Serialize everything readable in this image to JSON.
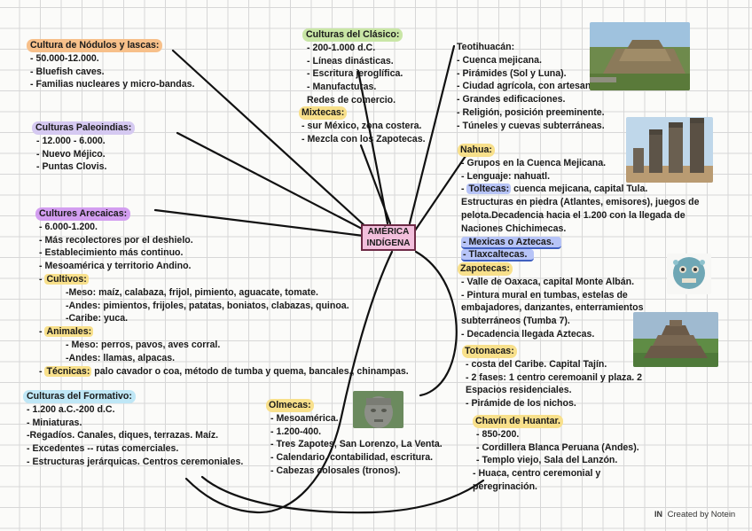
{
  "title": [
    "AMÉRICA",
    "INDÍGENA"
  ],
  "colors": {
    "orange": "#f7c08a",
    "lilac": "#d5c9f1",
    "purple": "#d39ef0",
    "sky": "#bfe7f6",
    "green": "#c9e6a6",
    "yellow": "#f8e08b",
    "blue": "#b7c4f7",
    "pink": "#f2bfdc"
  },
  "nodulos": {
    "head": "Cultura de Nódulos y lascas:",
    "items": [
      "- 50.000-12.000.",
      "- Bluefish caves.",
      "- Familias nucleares y micro-bandas."
    ]
  },
  "paleo": {
    "head": "Culturas Paleoindias:",
    "items": [
      "- 12.000 - 6.000.",
      "- Nuevo Méjico.",
      "- Puntas Clovis."
    ]
  },
  "arcaicas": {
    "head": "Cultures Arecaicas:",
    "items": [
      "- 6.000-1.200.",
      "- Más recolectores por el deshielo.",
      "- Establecimiento más continuo.",
      "- Mesoamérica y territorio Andino."
    ],
    "cultivos_head": "Cultivos:",
    "cultivos": [
      "-Meso: maíz, calabaza, frijol, pimiento, aguacate, tomate.",
      "-Andes: pimientos, frijoles, patatas, boniatos, clabazas, quinoa.",
      "-Caribe: yuca."
    ],
    "animales_head": "Animales:",
    "animales": [
      "- Meso: perros, pavos, aves corral.",
      "-Andes: llamas, alpacas."
    ],
    "tecnicas_head": "Técnicas:",
    "tecnicas_text": " palo cavador o coa, método de tumba y quema, bancales,, chinampas."
  },
  "formativo": {
    "head": "Culturas del Formativo:",
    "items": [
      "- 1.200 a.C.-200 d.C.",
      "- Miniaturas.",
      "-Regadíos. Canales, diques, terrazas. Maíz.",
      "- Excedentes -- rutas comerciales.",
      "- Estructuras jerárquicas. Centros ceremoniales."
    ]
  },
  "clasico": {
    "head": "Culturas del Clásico:",
    "items": [
      "- 200-1.000 d.C.",
      "- Líneas dinásticas.",
      "- Escritura jeroglífica.",
      "- Manufacturas.",
      "Redes de comercio."
    ]
  },
  "mixtecas": {
    "head": "Mixtecas:",
    "items": [
      "- sur México, zona costera.",
      "- Mezcla con los Zapotecas."
    ]
  },
  "olmecas": {
    "head": "Olmecas:",
    "items": [
      "- Mesoamérica.",
      "- 1.200-400.",
      "- Tres Zapotes, San Lorenzo, La Venta.",
      "- Calendario, contabilidad, escritura.",
      "- Cabezas colosales (tronos)."
    ]
  },
  "teotihuacan": {
    "head": "Teotihuacán:",
    "items": [
      "- Cuenca mejicana.",
      "- Pirámides (Sol y Luna).",
      "- Ciudad agrícola, con artesanos.",
      "- Grandes edificaciones.",
      "- Religión, posición preeminente.",
      "- Túneles y cuevas subterráneas."
    ]
  },
  "nahua": {
    "head": "Nahua:",
    "items": [
      "- Grupos en la Cuenca Mejicana.",
      "- Lenguaje: nahuatl."
    ],
    "toltecas_label": "Toltecas:",
    "toltecas_text": " cuenca mejicana, capital Tula. Estructuras en piedra (Atlantes, emisores), juegos de pelota.Decadencia hacia el 1.200 con la llegada de Naciones Chichimecas.",
    "mexicas": "Mexicas o Aztecas.",
    "tlaxcaltecas": "Tlaxcaltecas."
  },
  "zapotecas": {
    "head": "Zapotecas:",
    "items": [
      "- Valle de Oaxaca, capital Monte Albán.",
      "- Pintura mural en tumbas, estelas de embajadores, danzantes, enterramientos subterráneos (Tumba 7).",
      "- Decadencia llegada Aztecas."
    ]
  },
  "totonacas": {
    "head": "Totonacas:",
    "items": [
      "- costa del Caribe. Capital Tajín.",
      "- 2 fases: 1 centro ceremoanil y plaza. 2 Espacios residenciales.",
      "- Pirámide de los nichos."
    ]
  },
  "chavin": {
    "head": "Chavín de Huantar.",
    "items": [
      "- 850-200.",
      "- Cordillera Blanca Peruana (Andes).",
      "- Templo viejo, Sala del Lanzón.",
      "- Huaca, centro ceremonial y peregrinación."
    ]
  },
  "credit": {
    "logo": "IN",
    "text": "Created by Notein"
  }
}
